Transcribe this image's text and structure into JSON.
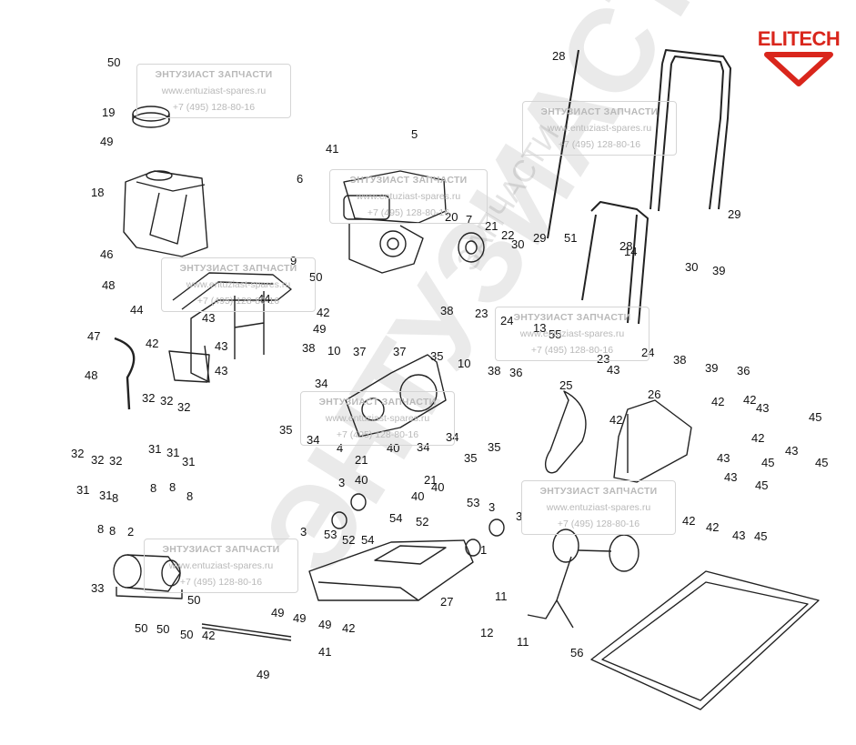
{
  "brand": {
    "name": "ELITECH",
    "color": "#d9261c"
  },
  "watermark": {
    "vertical_text": "ЭНТУЗИАСТ",
    "small_text": "ЗАПЧАСТИ",
    "box_title": "ЭНТУЗИАСТ ЗАПЧАСТИ",
    "box_url": "www.entuziast-spares.ru",
    "box_phone": "+7 (495) 128-80-16"
  },
  "callouts": [
    {
      "n": "50"
    },
    {
      "n": "19"
    },
    {
      "n": "49"
    },
    {
      "n": "18"
    },
    {
      "n": "46"
    },
    {
      "n": "48"
    },
    {
      "n": "44"
    },
    {
      "n": "47"
    },
    {
      "n": "42"
    },
    {
      "n": "43"
    },
    {
      "n": "43"
    },
    {
      "n": "43"
    },
    {
      "n": "44"
    },
    {
      "n": "9"
    },
    {
      "n": "50"
    },
    {
      "n": "42"
    },
    {
      "n": "49"
    },
    {
      "n": "48"
    },
    {
      "n": "32"
    },
    {
      "n": "32"
    },
    {
      "n": "32"
    },
    {
      "n": "32"
    },
    {
      "n": "32"
    },
    {
      "n": "32"
    },
    {
      "n": "31"
    },
    {
      "n": "31"
    },
    {
      "n": "31"
    },
    {
      "n": "31"
    },
    {
      "n": "31"
    },
    {
      "n": "8"
    },
    {
      "n": "8"
    },
    {
      "n": "8"
    },
    {
      "n": "8"
    },
    {
      "n": "8"
    },
    {
      "n": "8"
    },
    {
      "n": "2"
    },
    {
      "n": "33"
    },
    {
      "n": "50"
    },
    {
      "n": "50"
    },
    {
      "n": "50"
    },
    {
      "n": "50"
    },
    {
      "n": "42"
    },
    {
      "n": "49"
    },
    {
      "n": "49"
    },
    {
      "n": "49"
    },
    {
      "n": "49"
    },
    {
      "n": "42"
    },
    {
      "n": "41"
    },
    {
      "n": "41"
    },
    {
      "n": "5"
    },
    {
      "n": "6"
    },
    {
      "n": "20"
    },
    {
      "n": "7"
    },
    {
      "n": "21"
    },
    {
      "n": "22"
    },
    {
      "n": "30"
    },
    {
      "n": "29"
    },
    {
      "n": "51"
    },
    {
      "n": "28"
    },
    {
      "n": "28"
    },
    {
      "n": "14"
    },
    {
      "n": "29"
    },
    {
      "n": "30"
    },
    {
      "n": "39"
    },
    {
      "n": "38"
    },
    {
      "n": "23"
    },
    {
      "n": "24"
    },
    {
      "n": "13"
    },
    {
      "n": "55"
    },
    {
      "n": "23"
    },
    {
      "n": "24"
    },
    {
      "n": "38"
    },
    {
      "n": "39"
    },
    {
      "n": "36"
    },
    {
      "n": "38"
    },
    {
      "n": "10"
    },
    {
      "n": "37"
    },
    {
      "n": "37"
    },
    {
      "n": "35"
    },
    {
      "n": "34"
    },
    {
      "n": "4"
    },
    {
      "n": "10"
    },
    {
      "n": "38"
    },
    {
      "n": "36"
    },
    {
      "n": "43"
    },
    {
      "n": "35"
    },
    {
      "n": "34"
    },
    {
      "n": "21"
    },
    {
      "n": "40"
    },
    {
      "n": "34"
    },
    {
      "n": "35"
    },
    {
      "n": "35"
    },
    {
      "n": "34"
    },
    {
      "n": "21"
    },
    {
      "n": "40"
    },
    {
      "n": "40"
    },
    {
      "n": "3"
    },
    {
      "n": "40"
    },
    {
      "n": "25"
    },
    {
      "n": "26"
    },
    {
      "n": "42"
    },
    {
      "n": "42"
    },
    {
      "n": "42"
    },
    {
      "n": "43"
    },
    {
      "n": "45"
    },
    {
      "n": "43"
    },
    {
      "n": "42"
    },
    {
      "n": "45"
    },
    {
      "n": "43"
    },
    {
      "n": "45"
    },
    {
      "n": "43"
    },
    {
      "n": "45"
    },
    {
      "n": "42"
    },
    {
      "n": "42"
    },
    {
      "n": "43"
    },
    {
      "n": "45"
    },
    {
      "n": "3"
    },
    {
      "n": "53"
    },
    {
      "n": "52"
    },
    {
      "n": "54"
    },
    {
      "n": "54"
    },
    {
      "n": "52"
    },
    {
      "n": "53"
    },
    {
      "n": "3"
    },
    {
      "n": "3"
    },
    {
      "n": "1"
    },
    {
      "n": "27"
    },
    {
      "n": "11"
    },
    {
      "n": "12"
    },
    {
      "n": "11"
    },
    {
      "n": "56"
    }
  ]
}
